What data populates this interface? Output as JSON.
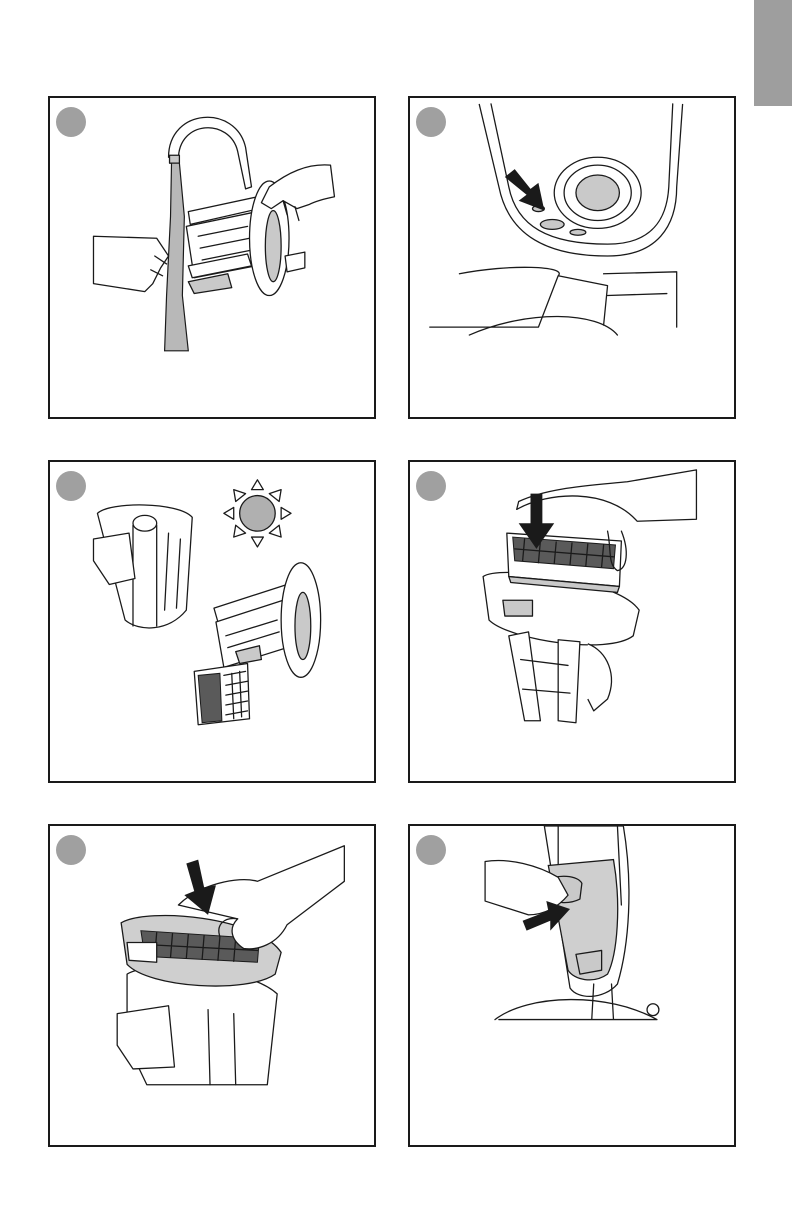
{
  "page": {
    "edge_tab_color": "#9e9e9e",
    "frame_color": "#1a1a1a",
    "step_dot_color": "#a0a0a0"
  },
  "panels": [
    {
      "name": "rinse-under-tap",
      "icons": [
        "tap-icon",
        "hand-icon",
        "filter-housing-icon"
      ]
    },
    {
      "name": "check-base-debris",
      "icons": [
        "arrow-icon",
        "dust-bin-base-icon"
      ]
    },
    {
      "name": "air-dry-parts",
      "icons": [
        "dust-cup-icon",
        "sun-icon",
        "filter-housing-icon",
        "filter-icon"
      ]
    },
    {
      "name": "insert-filter",
      "icons": [
        "arrow-icon",
        "hand-icon",
        "filter-icon",
        "filter-housing-icon"
      ]
    },
    {
      "name": "attach-lid",
      "icons": [
        "arrow-icon",
        "hand-icon",
        "dust-cup-icon"
      ]
    },
    {
      "name": "reinsert-dust-cup",
      "icons": [
        "arrow-icon",
        "hand-icon",
        "vacuum-body-icon"
      ]
    }
  ]
}
